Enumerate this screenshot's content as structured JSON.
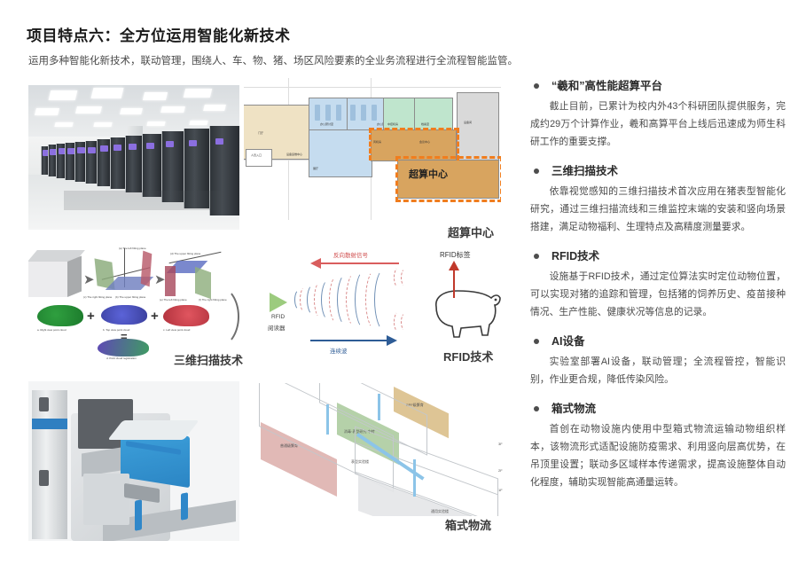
{
  "header": {
    "title": "项目特点六：全方位运用智能化新技术",
    "subtitle": "运用多种智能化新技术，联动管理，围绕人、车、物、猪、场区风险要素的全业务流程进行全流程智能监管。"
  },
  "figures": {
    "server_room": {
      "caption": ""
    },
    "floor_plan": {
      "caption": "超算中心",
      "inner_label": "超算中心",
      "room_labels": [
        "办公研讨室",
        "办公研讨室",
        "中控机房",
        "门厅",
        "档案室",
        "设备间",
        "会议中心",
        "展厅",
        "超算中心",
        "风机房",
        "人员入口",
        "设备运维中心"
      ]
    },
    "scan_3d": {
      "caption": "三维扫描技术",
      "plane_labels": [
        "(a) The left fitting plane",
        "(b) The upper fitting plane",
        "(c) The right fitting plane",
        "(d) The upper fitting plane",
        "(e) The left fitting plane",
        "(f) The right fitting plane"
      ],
      "cloud_labels": [
        "a. Right view point cloud",
        "b. Top view point cloud",
        "c. Left view point cloud",
        "d. Point cloud registration"
      ],
      "operators": [
        "+",
        "+",
        "="
      ]
    },
    "rfid": {
      "caption": "RFID技术",
      "reader_label": "RFID\n阅读器",
      "reader_label_line1": "RFID",
      "reader_label_line2": "阅读器",
      "tag_label": "RFID标签",
      "backscatter_label": "反向散射信号",
      "continuous_wave_label": "连续波"
    },
    "box_logistics": {
      "caption": "箱式物流",
      "labels": [
        "SPF级繁育",
        "消毒·表型研究·中转",
        "普通级繁育",
        "表型实验楼",
        "通用实验楼",
        "3F",
        "2F",
        "1F"
      ]
    },
    "lab_device": {
      "caption": ""
    }
  },
  "content": {
    "items": [
      {
        "title": "“羲和”高性能超算平台",
        "body": "截止目前，已累计为校内外43个科研团队提供服务，完成约29万个计算作业，羲和高算平台上线后迅速成为师生科研工作的重要支撑。"
      },
      {
        "title": "三维扫描技术",
        "body": "依靠视觉感知的三维扫描技术首次应用在猪表型智能化研究，通过三维扫描流线和三维监控末端的安装和竖向场景搭建，满足动物福利、生理特点及高精度测量要求。"
      },
      {
        "title": "RFID技术",
        "body": "设施基于RFID技术，通过定位算法实时定位动物位置，可以实现对猪的追踪和管理，包括猪的饲养历史、疫苗接种情况、生产性能、健康状况等信息的记录。"
      },
      {
        "title": "AI设备",
        "body": "实验室部署AI设备，联动管理；全流程管控，智能识别，作业更合规，降低传染风险。"
      },
      {
        "title": "箱式物流",
        "body": "首创在动物设施内使用中型箱式物流运输动物组织样本，该物流形式适配设施防疫需求、利用竖向层高优势，在吊顶里设置；联动多区域样本传递需求，提高设施整体自动化程度，辅助实现智能高通量运转。"
      }
    ]
  },
  "colors": {
    "accent_orange": "#f07d1e",
    "plan_beige": "#efe2c4",
    "plan_blue": "#c5dcef",
    "plan_green": "#bfe5cd",
    "plan_orange_fill": "#d8a45f",
    "rfid_red": "#cf4b4b",
    "rfid_blue": "#2e5c96",
    "reader_green": "#9ccb7e",
    "text_dark": "#2b2b2b"
  }
}
